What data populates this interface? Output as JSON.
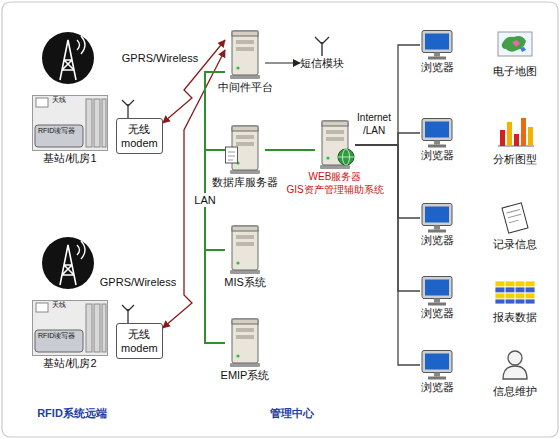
{
  "diagram": {
    "nodes": [
      {
        "text": [
          "天线",
          "RFID读写器",
          "基站/机房1"
        ]
      },
      {
        "text": [
          "无线 modem"
        ]
      },
      {
        "text": [
          "天线",
          "RFID读写器",
          "基站/机房2"
        ]
      },
      {
        "text": [
          "无线 modem"
        ]
      },
      {
        "text": [
          "中间件平台"
        ]
      },
      {
        "text": [
          "短信模块"
        ]
      },
      {
        "text": [
          "数据库服务器"
        ]
      },
      {
        "text": [
          "WEB服务器",
          "GIS资产管理辅助系统"
        ]
      },
      {
        "text": [
          "MIS系统"
        ]
      },
      {
        "text": [
          "EMIP系统"
        ]
      },
      {
        "text": [
          "浏览器"
        ]
      },
      {
        "text": [
          "浏览器"
        ]
      },
      {
        "text": [
          "浏览器"
        ]
      },
      {
        "text": [
          "浏览器"
        ]
      },
      {
        "text": [
          "浏览器"
        ]
      }
    ],
    "edges": [
      {
        "from": 1,
        "to": 4,
        "label": "GPRS/Wireless",
        "arrow": "both"
      },
      {
        "from": 3,
        "to": 4,
        "label": "GPRS/Wireless",
        "arrow": "both"
      },
      {
        "from": 4,
        "to": 5,
        "arrow": "to"
      },
      {
        "from": 6,
        "to": 4,
        "arrow": "none"
      },
      {
        "from": 6,
        "to": 8,
        "arrow": "none"
      },
      {
        "from": 6,
        "to": 9,
        "arrow": "none"
      },
      {
        "from": 6,
        "to": 7,
        "arrow": "none"
      },
      {
        "from": 7,
        "to": 10,
        "arrow": "none"
      },
      {
        "from": 7,
        "to": 11,
        "arrow": "none"
      },
      {
        "from": 7,
        "to": 12,
        "arrow": "none"
      },
      {
        "from": 7,
        "to": 13,
        "arrow": "none"
      },
      {
        "from": 7,
        "to": 14,
        "arrow": "none"
      }
    ],
    "labels": [
      "Internet /LAN",
      "LAN",
      "电子地图",
      "分析图型",
      "记录信息",
      "报表数据",
      "信息维护",
      "RFID系统远端",
      "管理中心"
    ]
  }
}
